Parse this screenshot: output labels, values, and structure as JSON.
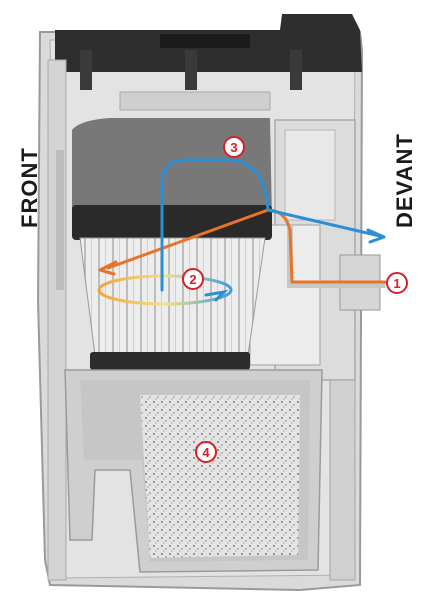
{
  "labels": {
    "front": "FRONT",
    "devant": "DEVANT"
  },
  "callouts": [
    {
      "id": "1",
      "label": "1"
    },
    {
      "id": "2",
      "label": "2"
    },
    {
      "id": "3",
      "label": "3"
    },
    {
      "id": "4",
      "label": "4"
    }
  ],
  "colors": {
    "housing": "#d9d9d9",
    "housing_dark": "#2b2b2b",
    "filter_foam": "#7a7a7a",
    "pleat": "#e8e8e8",
    "bin": "#c9c9c9",
    "flow_orange": "#e8742a",
    "flow_blue": "#2a8fd4",
    "badge_red": "#d6202a"
  },
  "icons": [
    "flow-arrow-orange",
    "flow-arrow-blue",
    "cyclone-swirl"
  ]
}
